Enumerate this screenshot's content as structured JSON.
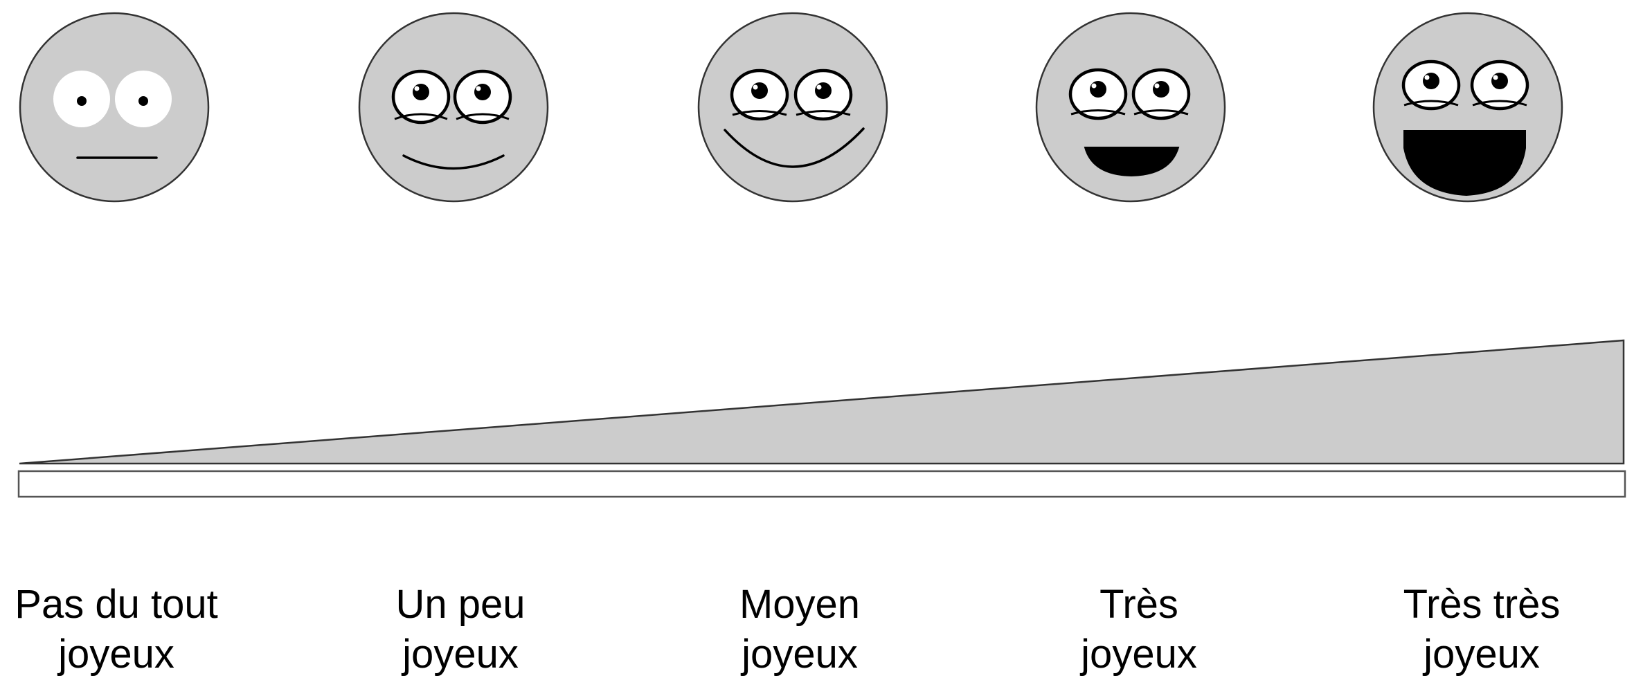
{
  "scale": {
    "levels": [
      {
        "face": "neutral-face-icon",
        "line1": "Pas du tout",
        "line2": "joyeux"
      },
      {
        "face": "slight-smile-face-icon",
        "line1": "Un peu",
        "line2": "joyeux"
      },
      {
        "face": "smile-face-icon",
        "line1": "Moyen",
        "line2": "joyeux"
      },
      {
        "face": "grin-face-icon",
        "line1": "Très",
        "line2": "joyeux"
      },
      {
        "face": "big-grin-face-icon",
        "line1": "Très très",
        "line2": "joyeux"
      }
    ]
  },
  "colors": {
    "face_fill": "#cccccc",
    "outline": "#333333",
    "features": "#000000",
    "background": "#ffffff"
  }
}
